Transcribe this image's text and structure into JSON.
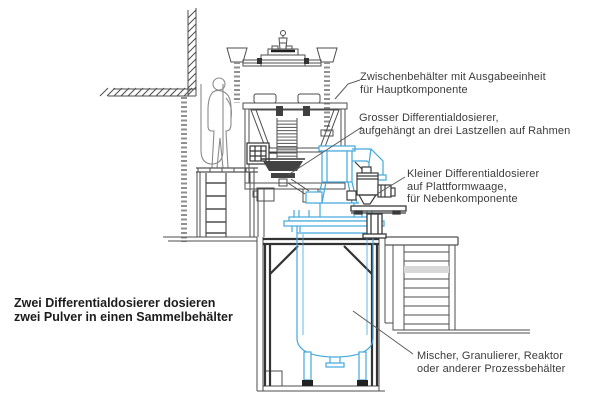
{
  "diagram": {
    "caption": {
      "line1": "Zwei Differentialdosierer dosieren",
      "line2": "zwei Pulver in einen Sammelbehälter"
    },
    "callouts": [
      {
        "target": "intermediate-container",
        "line1": "Zwischenbehälter mit Ausgabeeinheit",
        "line2": "für Hauptkomponente"
      },
      {
        "target": "large-differential-doser",
        "line1": "Grosser Differentialdosierer,",
        "line2": "aufgehängt an drei Lastzellen auf Rahmen"
      },
      {
        "target": "small-differential-doser",
        "line1": "Kleiner Differentialdosierer",
        "line2": "auf Plattformwaage,",
        "line3": "für Nebenkomponente"
      },
      {
        "target": "process-vessel",
        "line1": "Mischer, Granulierer, Reaktor",
        "line2": "oder anderer Prozessbehälter"
      }
    ],
    "colors": {
      "highlight_blue": "#44a8dc",
      "line_gray": "#4d4d4d",
      "dark_frame": "#333333",
      "label_text": "#3c3c3c",
      "caption_text": "#1c1c1c"
    }
  }
}
